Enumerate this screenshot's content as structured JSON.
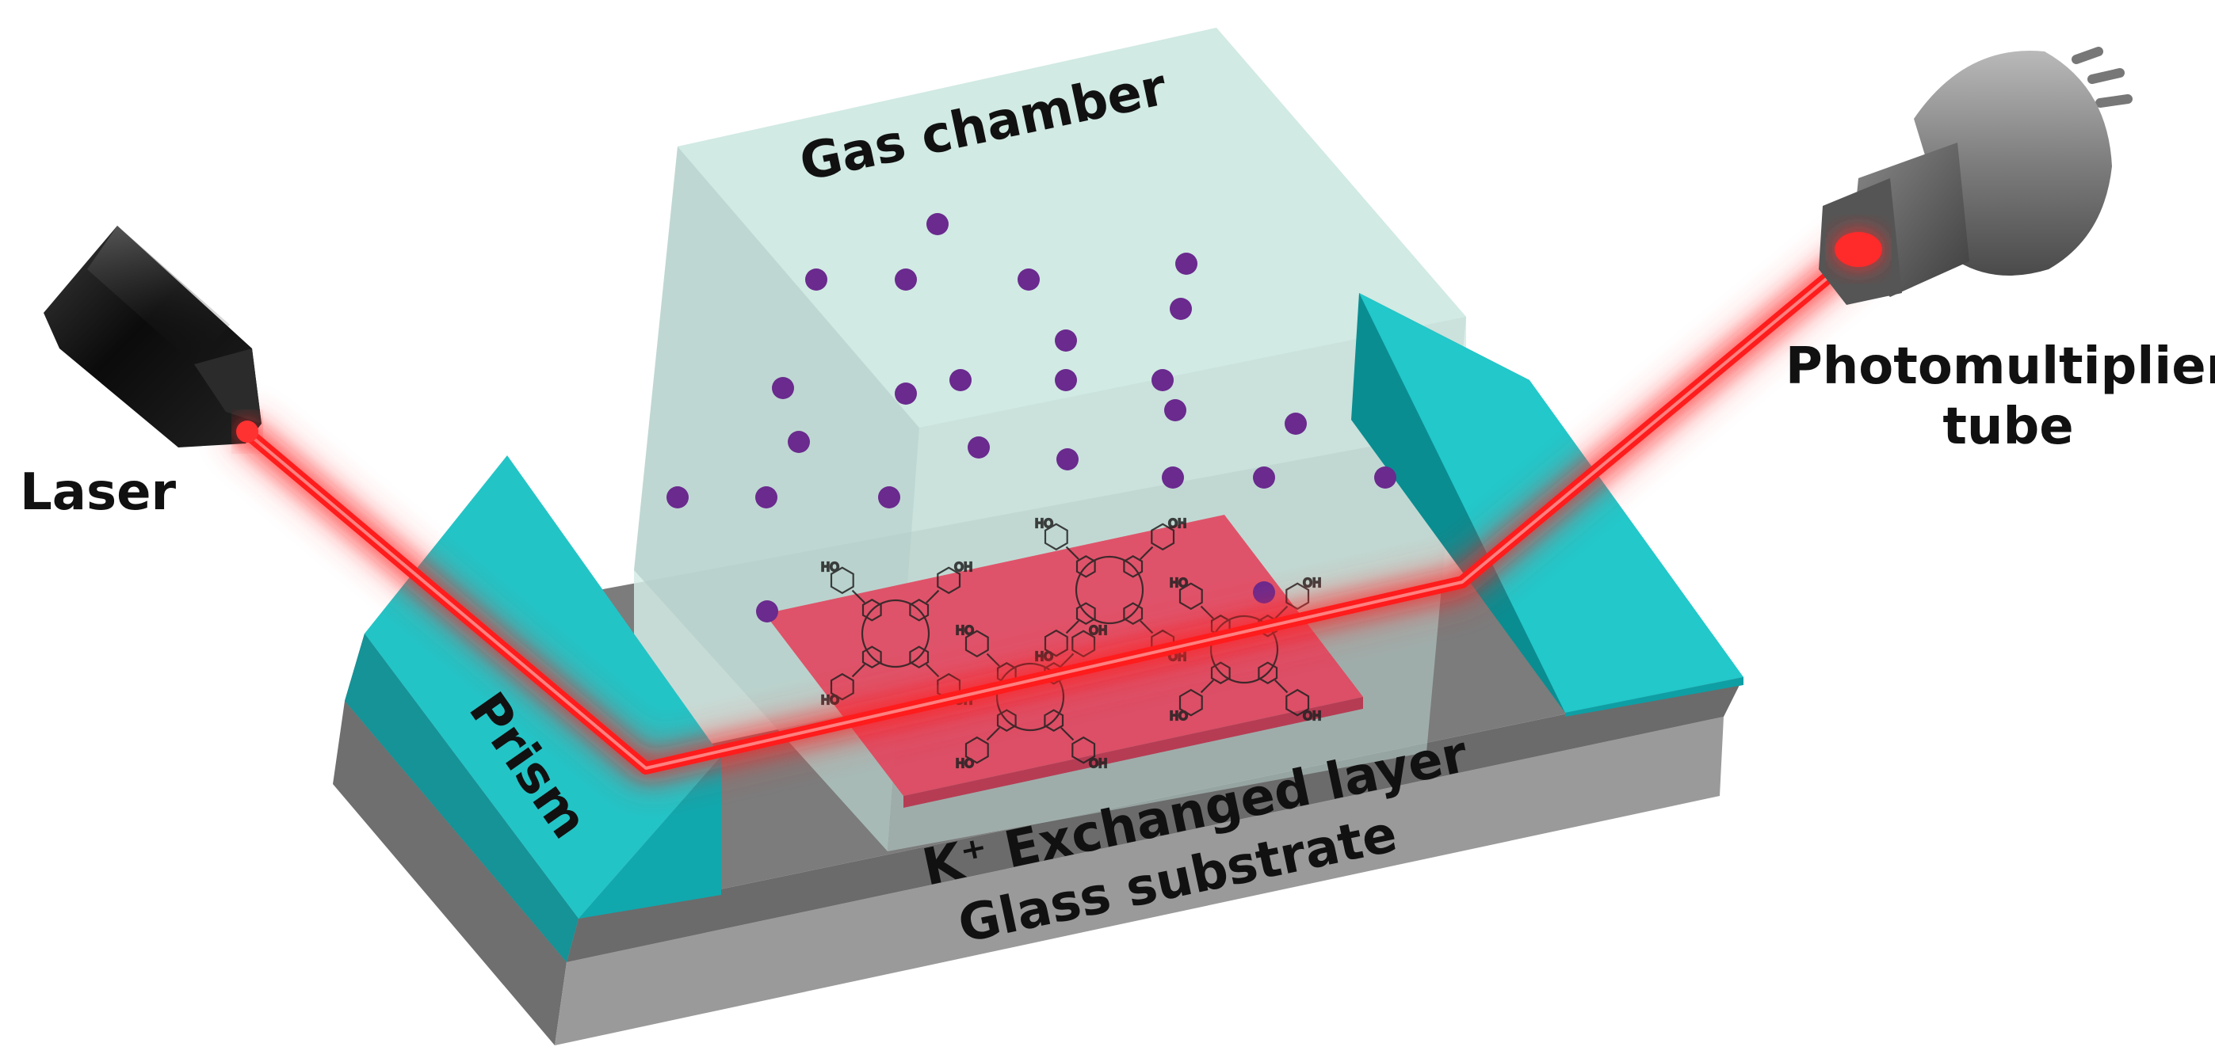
{
  "labels": {
    "laser": "Laser",
    "gas_chamber": "Gas chamber",
    "prism": "Prism",
    "pmt_line1": "Photomultiplier",
    "pmt_line2": "tube",
    "exchanged_layer": "K⁺ Exchanged layer",
    "glass_substrate": "Glass substrate",
    "hydroxyl": "OH",
    "hydroxyl_rev": "HO"
  },
  "colors": {
    "laser_beam": "#ff1a1a",
    "gas_molecule": "#6a2a8e",
    "prism": "#10b4b8",
    "chamber": "#bfe4da",
    "sensing_film": "#e0455e",
    "substrate_top": "#7d7d7d",
    "substrate_side": "#5a5a5a",
    "glass_side": "#8c8c8c",
    "laser_body": "#111111",
    "pmt_body": "#8a8a8a"
  },
  "icons": [
    "laser-head-icon",
    "photomultiplier-tube-icon",
    "gas-molecule-icon",
    "porphyrin-molecule-icon"
  ]
}
